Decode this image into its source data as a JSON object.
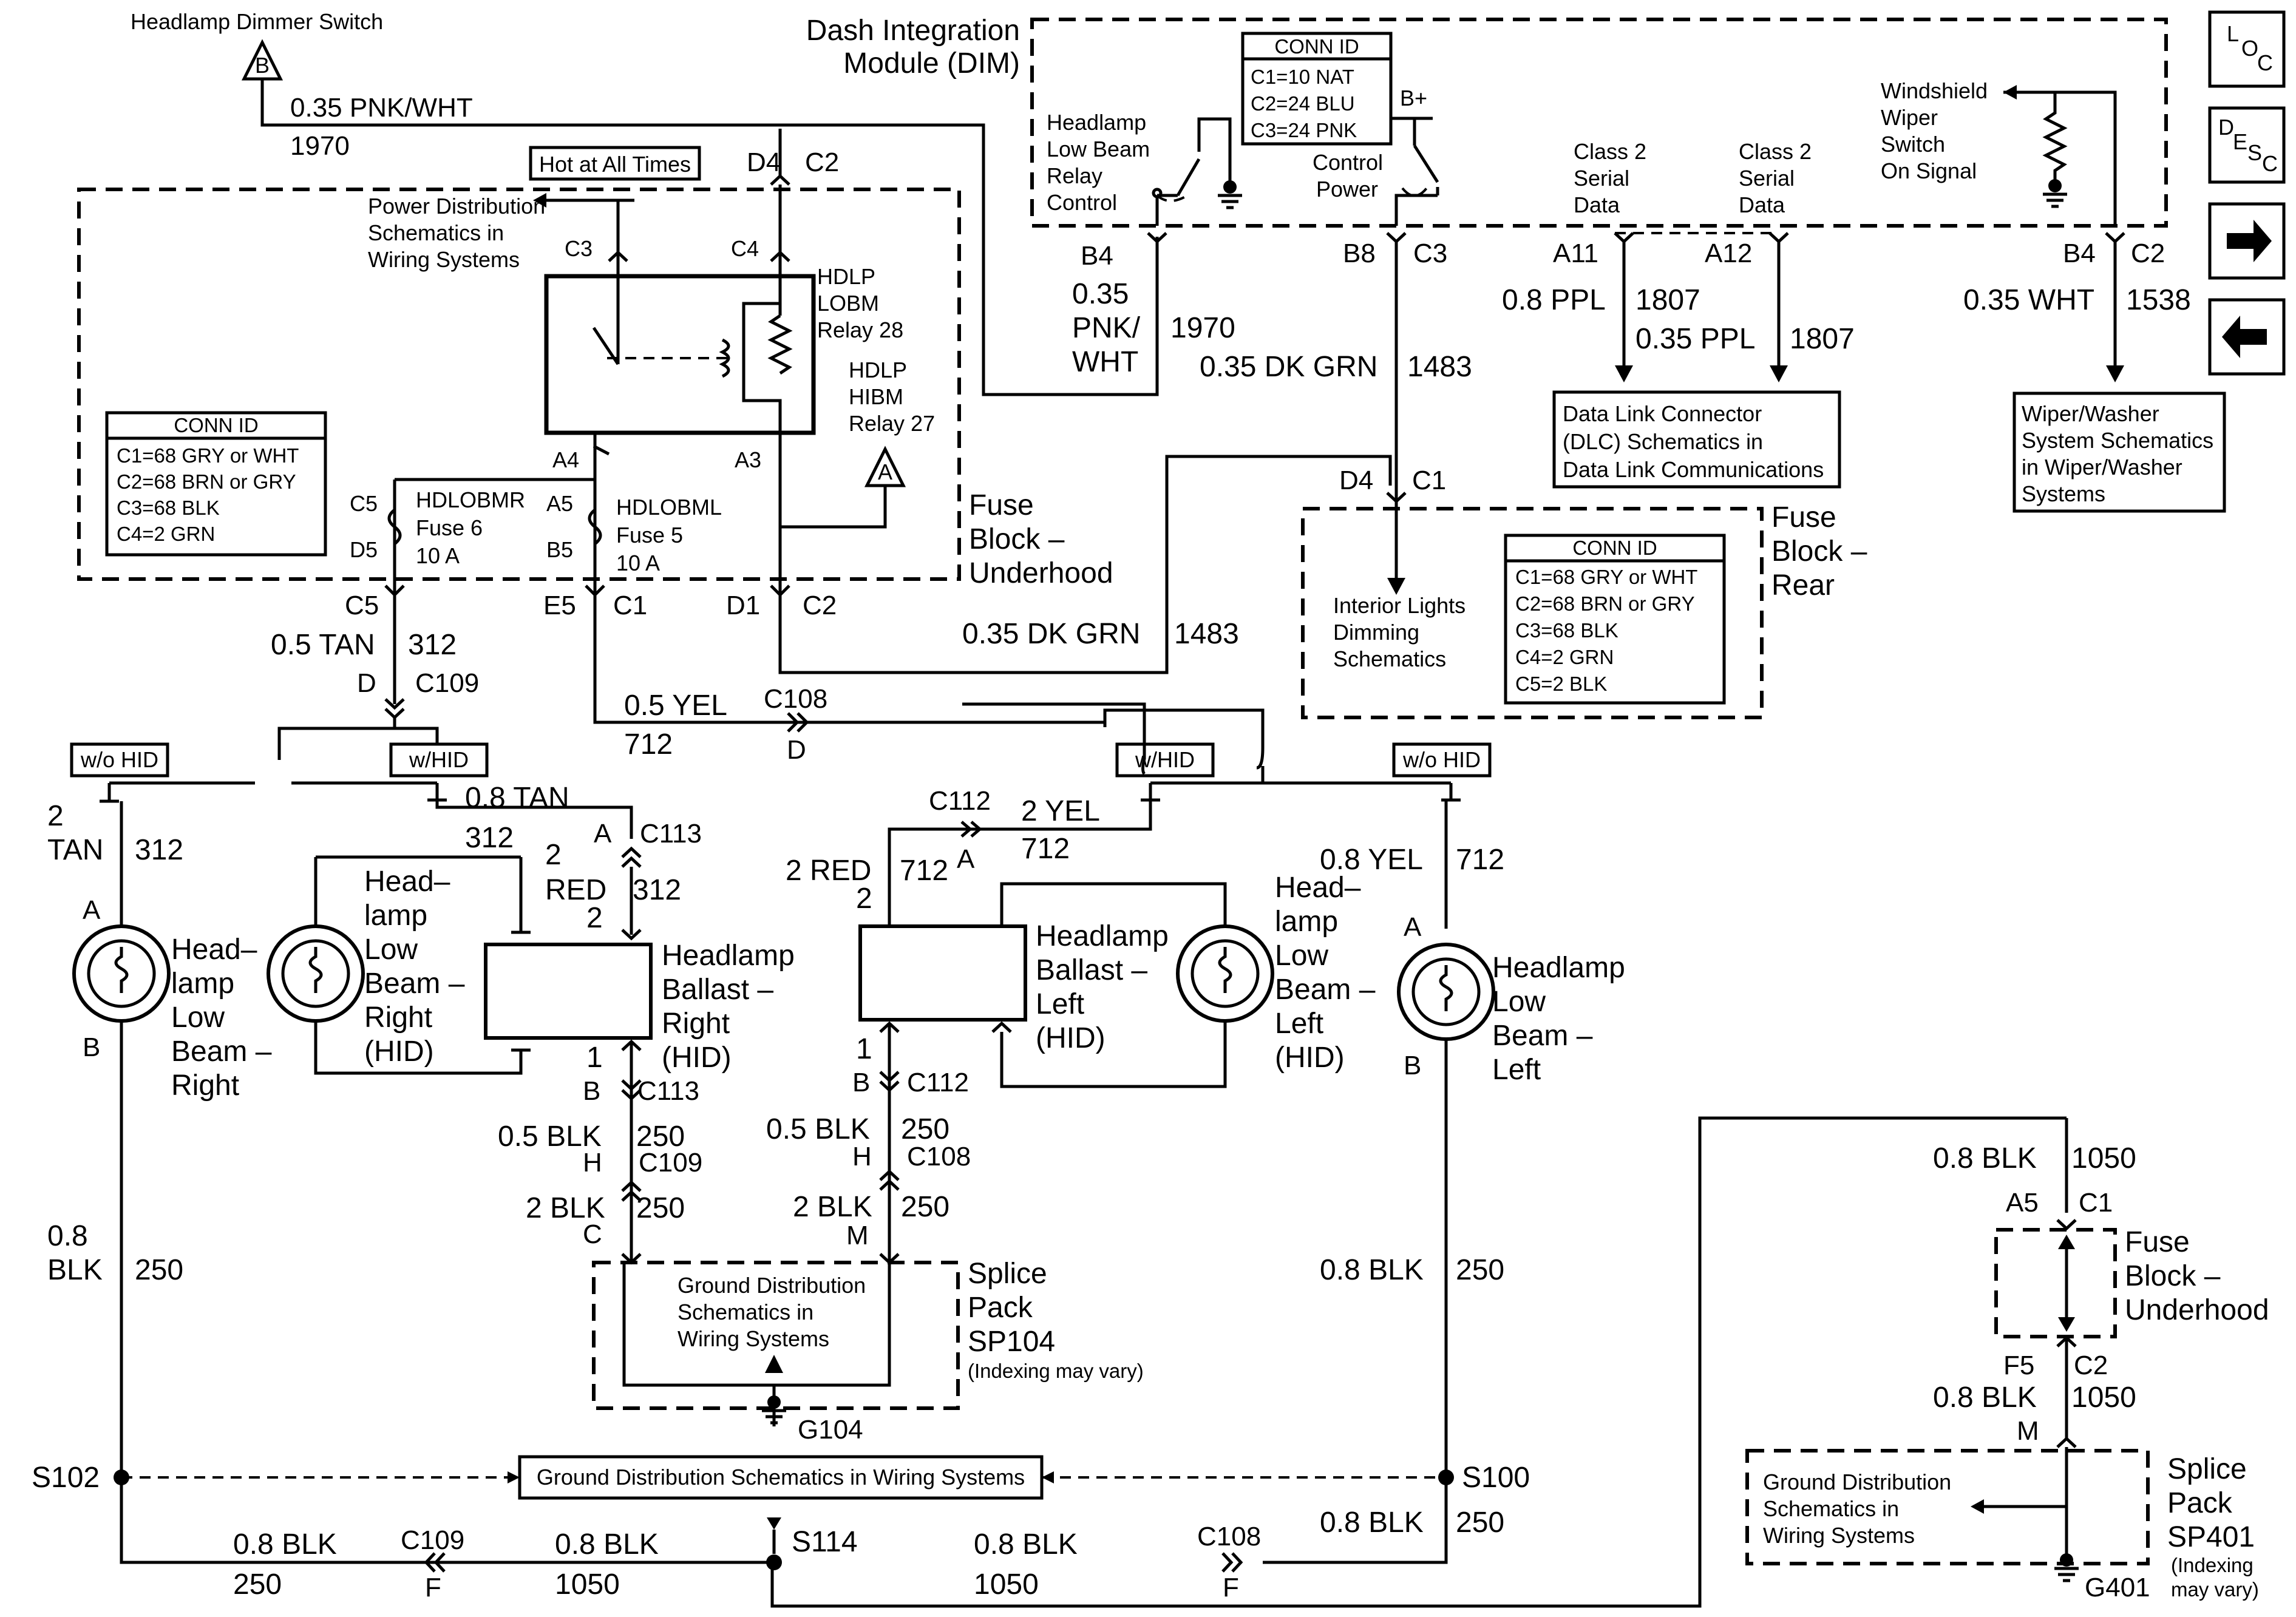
{
  "texts": {
    "headlamp_dimmer_switch": "Headlamp Dimmer Switch",
    "dim_title_1": "Dash Integration",
    "dim_title_2": "Module (DIM)",
    "wire_035_pnk_wht": "0.35 PNK/WHT",
    "circ_1970": "1970",
    "hot_at_all_times": "Hot at All Times",
    "d4": "D4",
    "c2": "C2",
    "c3": "C3",
    "c4": "C4",
    "c5": "C5",
    "c1": "C1",
    "a3": "A3",
    "a4": "A4",
    "a5": "A5",
    "b5": "B5",
    "d5": "D5",
    "e5": "E5",
    "d1": "D1",
    "b4": "B4",
    "b8": "B8",
    "a11": "A11",
    "a12": "A12",
    "pds_1": "Power Distribution",
    "pds_2": "Schematics in",
    "pds_3": "Wiring Systems",
    "hdlp_lobm_1": "HDLP",
    "hdlp_lobm_2": "LOBM",
    "hdlp_lobm_3": "Relay 28",
    "hdlp_hibm_1": "HDLP",
    "hdlp_hibm_2": "HIBM",
    "hdlp_hibm_3": "Relay 27",
    "conn_id": "CONN ID",
    "fbu_c1": "C1=68 GRY or WHT",
    "fbu_c2": "C2=68 BRN or GRY",
    "fbu_c3": "C3=68 BLK",
    "fbu_c4": "C4=2 GRN",
    "dim_c1": "C1=10 NAT",
    "dim_c2": "C2=24 BLU",
    "dim_c3": "C3=24 PNK",
    "fbr_c1": "C1=68 GRY or WHT",
    "fbr_c2": "C2=68 BRN or GRY",
    "fbr_c3": "C3=68 BLK",
    "fbr_c4": "C4=2 GRN",
    "fbr_c5": "C5=2 BLK",
    "hdlobmr": "HDLOBMR",
    "fuse6": "Fuse 6",
    "amp10": "10 A",
    "hdlobml": "HDLOBML",
    "fuse5": "Fuse 5",
    "fuse_block": "Fuse",
    "block_dash": "Block –",
    "underhood": "Underhood",
    "rear": "Rear",
    "hlbr_1": "Headlamp",
    "hlbr_2": "Low Beam",
    "hlbr_3": "Relay",
    "hlbr_4": "Control",
    "ctrl_power_1": "Control",
    "ctrl_power_2": "Power",
    "bplus": "B+",
    "c2sd_1": "Class 2",
    "c2sd_2": "Serial",
    "c2sd_3": "Data",
    "wws_1": "Windshield",
    "wws_2": "Wiper",
    "wws_3": "Switch",
    "wws_4": "On Signal",
    "w035": "0.35",
    "pnk": "PNK/",
    "wht": "WHT",
    "w035_dkgrn": "0.35 DK GRN",
    "circ_1483": "1483",
    "w08_ppl": "0.8 PPL",
    "w035_ppl": "0.35 PPL",
    "circ_1807": "1807",
    "w035_wht": "0.35 WHT",
    "circ_1538": "1538",
    "dlc_1": "Data Link Connector",
    "dlc_2": "(DLC) Schematics in",
    "dlc_3": "Data Link Communications",
    "wiper_1": "Wiper/Washer",
    "wiper_2": "System Schematics",
    "wiper_3": "in Wiper/Washer",
    "wiper_4": "Systems",
    "il_1": "Interior Lights",
    "il_2": "Dimming",
    "il_3": "Schematics",
    "w05_tan": "0.5 TAN",
    "circ_312": "312",
    "d": "D",
    "c109": "C109",
    "w05_yel": "0.5 YEL",
    "circ_712": "712",
    "c108": "C108",
    "wo_hid": "w/o HID",
    "w_hid": "w/HID",
    "w08_tan": "0.8 TAN",
    "w2": "2",
    "tan": "TAN",
    "a": "A",
    "b": "B",
    "c113": "C113",
    "red": "RED",
    "c112": "C112",
    "w2_yel": "2 YEL",
    "w2_red": "2 RED",
    "w08_yel": "0.8 YEL",
    "head_dash": "Head–",
    "lamp": "lamp",
    "low": "Low",
    "beam_dash": "Beam –",
    "right": "Right",
    "left": "Left",
    "hid": "(HID)",
    "headlamp": "Headlamp",
    "ballast_dash": "Ballast –",
    "beam": "Beam",
    "beam_sp_dash": "Beam –",
    "head_low": "Head–",
    "one": "1",
    "w05_blk": "0.5 BLK",
    "circ_250": "250",
    "h": "H",
    "w2_blk": "2 BLK",
    "c": "C",
    "m": "M",
    "w08": "0.8",
    "blk": "BLK",
    "w08_blk": "0.8 BLK",
    "gd_1": "Ground Distribution",
    "gd_2": "Schematics in",
    "gd_3": "Wiring Systems",
    "splice": "Splice",
    "pack": "Pack",
    "sp104": "SP104",
    "indexing": "(Indexing may vary)",
    "indexing_1": "(Indexing",
    "indexing_2": "may vary)",
    "g104": "G104",
    "s102": "S102",
    "s100": "S100",
    "s114": "S114",
    "gd_long": "Ground Distribution Schematics in Wiring Systems",
    "f": "F",
    "circ_1050": "1050",
    "a5_r": "A5",
    "f5": "F5",
    "sp401": "SP401",
    "g401": "G401"
  },
  "nav": {
    "loc_l": "L",
    "loc_o": "O",
    "loc_c": "C",
    "desc_d": "D",
    "desc_e": "E",
    "desc_s": "S",
    "desc_c": "C",
    "next_icon": "arrow-right",
    "prev_icon": "arrow-left"
  }
}
